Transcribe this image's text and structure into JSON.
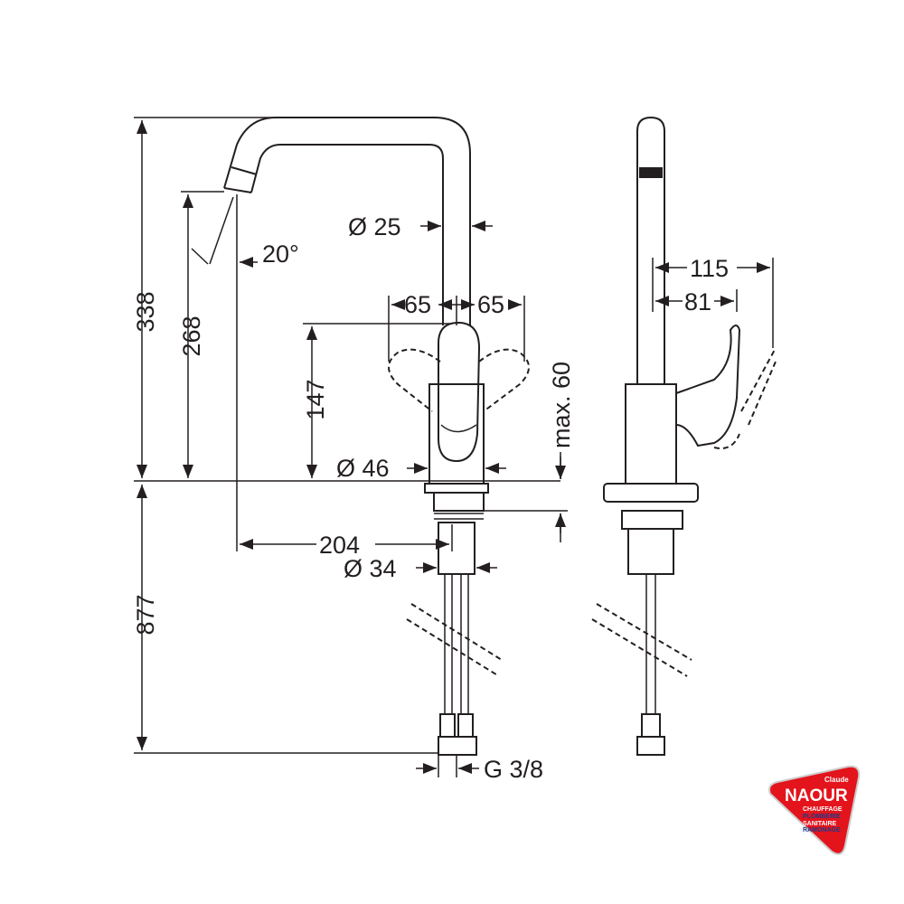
{
  "dimensions": {
    "height_total": "338",
    "spout_height": "268",
    "handle_height": "147",
    "clearance": "max. 60",
    "spout_diameter": "Ø 25",
    "body_diameter": "Ø 46",
    "shank_diameter": "Ø 34",
    "reach": "204",
    "angle": "20°",
    "handle_swing_left": "65",
    "handle_swing_right": "65",
    "hose_length": "877",
    "connection": "G 3/8",
    "side_depth_max": "115",
    "side_depth": "81"
  },
  "logo": {
    "small": "Claude",
    "name": "NAOUR",
    "lines": [
      "CHAUFFAGE",
      "PLOMBERIE",
      "SANITAIRE",
      "RAMONAGE"
    ],
    "color": "#e3141c"
  }
}
